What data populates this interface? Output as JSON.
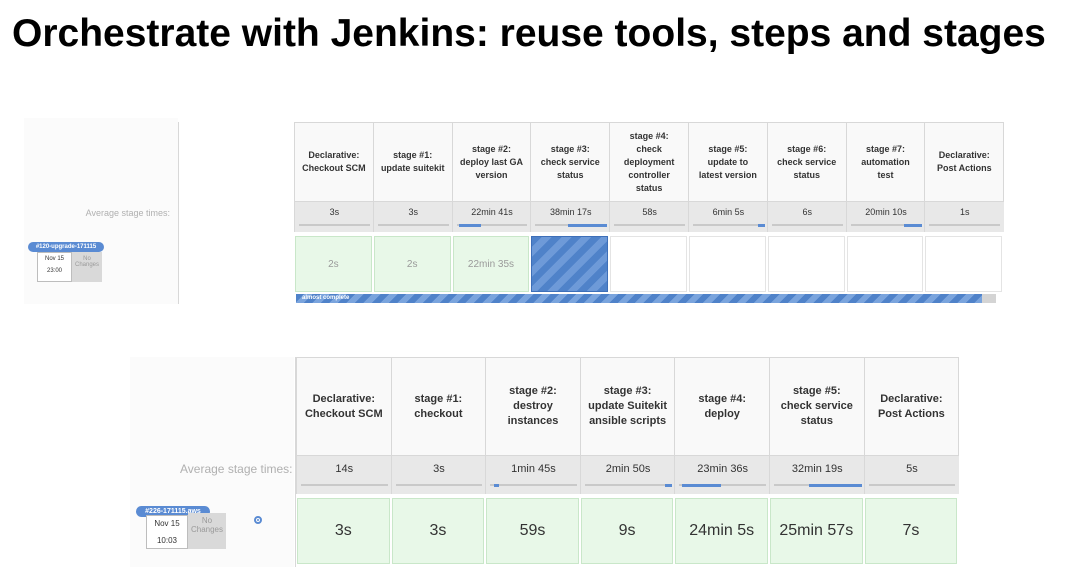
{
  "slide": {
    "title": "Orchestrate with Jenkins: reuse tools, steps and stages"
  },
  "view1": {
    "avg_label": "Average stage times:",
    "stages": [
      {
        "header": "Declarative: Checkout SCM",
        "avg": "3s",
        "avg_fill": 0.0,
        "run": "2s",
        "state": "success"
      },
      {
        "header": "stage #1: update suitekit",
        "avg": "3s",
        "avg_fill": 0.0,
        "run": "2s",
        "state": "success"
      },
      {
        "header": "stage #2: deploy last GA version",
        "avg": "22min 41s",
        "avg_fill": 0.3,
        "run": "22min 35s",
        "state": "success"
      },
      {
        "header": "stage #3: check service status",
        "avg": "38min 17s",
        "avg_fill": 0.55,
        "run": "",
        "state": "running"
      },
      {
        "header": "stage #4: check deployment controller status",
        "avg": "58s",
        "avg_fill": 0.0,
        "run": "",
        "state": "empty"
      },
      {
        "header": "stage #5: update to latest version",
        "avg": "6min 5s",
        "avg_fill": 0.1,
        "run": "",
        "state": "empty"
      },
      {
        "header": "stage #6: check service status",
        "avg": "6s",
        "avg_fill": 0.0,
        "run": "",
        "state": "empty"
      },
      {
        "header": "stage #7: automation test",
        "avg": "20min 10s",
        "avg_fill": 0.25,
        "run": "",
        "state": "empty"
      },
      {
        "header": "Declarative: Post Actions",
        "avg": "1s",
        "avg_fill": 0.0,
        "run": "",
        "state": "empty"
      }
    ],
    "build": {
      "tag": "#120-upgrade-171115",
      "date": "Nov 15",
      "time": "23:00",
      "changes": "No Changes"
    },
    "progress": {
      "label": "almost complete",
      "fraction": 0.98
    }
  },
  "view2": {
    "avg_label": "Average stage times:",
    "stages": [
      {
        "header": "Declarative: Checkout SCM",
        "avg": "14s",
        "avg_fill": 0.0,
        "run": "3s",
        "state": "success"
      },
      {
        "header": "stage #1: checkout",
        "avg": "3s",
        "avg_fill": 0.0,
        "run": "3s",
        "state": "success"
      },
      {
        "header": "stage #2: destroy instances",
        "avg": "1min 45s",
        "avg_fill": 0.05,
        "run": "59s",
        "state": "success"
      },
      {
        "header": "stage #3: update Suitekit ansible scripts",
        "avg": "2min 50s",
        "avg_fill": 0.08,
        "run": "9s",
        "state": "success"
      },
      {
        "header": "stage #4: deploy",
        "avg": "23min 36s",
        "avg_fill": 0.45,
        "run": "24min 5s",
        "state": "success"
      },
      {
        "header": "stage #5: check service status",
        "avg": "32min 19s",
        "avg_fill": 0.6,
        "run": "25min 57s",
        "state": "success"
      },
      {
        "header": "Declarative: Post Actions",
        "avg": "5s",
        "avg_fill": 0.0,
        "run": "7s",
        "state": "success"
      }
    ],
    "build": {
      "tag": "#226-171115.aws",
      "date": "Nov 15",
      "time": "10:03",
      "changes": "No Changes"
    },
    "settings_icon": "gear-icon"
  }
}
